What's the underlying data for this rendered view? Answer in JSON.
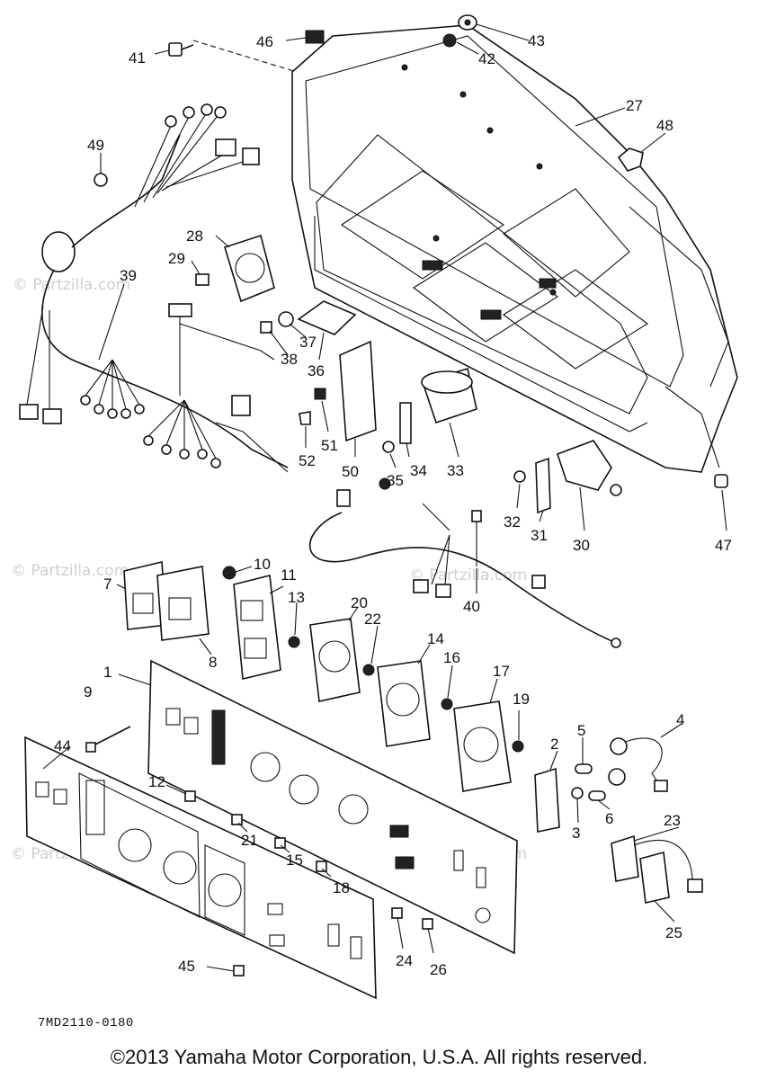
{
  "diagram": {
    "code": "7MD2110-0180",
    "copyright": "©2013 Yamaha Motor Corporation, U.S.A. All rights reserved.",
    "watermark": "© Partzilla.com",
    "callouts": [
      "1",
      "2",
      "3",
      "4",
      "5",
      "6",
      "7",
      "8",
      "9",
      "10",
      "11",
      "12",
      "13",
      "14",
      "15",
      "16",
      "17",
      "18",
      "19",
      "20",
      "21",
      "22",
      "23",
      "24",
      "25",
      "26",
      "27",
      "28",
      "29",
      "30",
      "31",
      "32",
      "33",
      "34",
      "35",
      "36",
      "37",
      "38",
      "39",
      "40",
      "41",
      "42",
      "43",
      "44",
      "45",
      "46",
      "47",
      "48",
      "49",
      "50",
      "51",
      "52"
    ]
  }
}
